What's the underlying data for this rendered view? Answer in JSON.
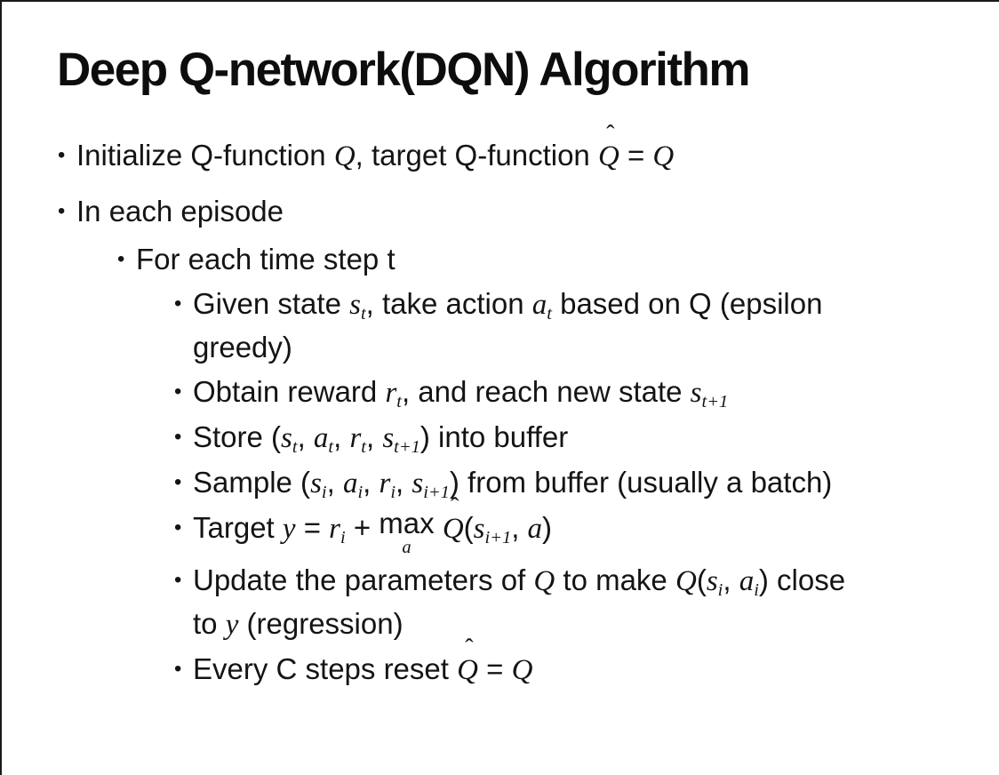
{
  "slide": {
    "title": "Deep Q-network(DQN) Algorithm"
  },
  "colors": {
    "background": "#ffffff",
    "text": "#111111",
    "frame_border": "#1a1a1a"
  },
  "bullets": [
    {
      "level": 1,
      "lines": [
        [
          {
            "k": "t",
            "v": "Initialize Q-function "
          },
          {
            "k": "m",
            "v": "Q"
          },
          {
            "k": "t",
            "v": ", target Q-function "
          },
          {
            "k": "hat",
            "v": "Q"
          },
          {
            "k": "t",
            "v": " = "
          },
          {
            "k": "m",
            "v": "Q"
          }
        ]
      ]
    },
    {
      "level": 1,
      "lines": [
        [
          {
            "k": "t",
            "v": "In each episode"
          }
        ]
      ]
    },
    {
      "level": 2,
      "lines": [
        [
          {
            "k": "t",
            "v": "For each time step t"
          }
        ]
      ]
    },
    {
      "level": 3,
      "lines": [
        [
          {
            "k": "t",
            "v": "Given state "
          },
          {
            "k": "sub",
            "b": "s",
            "s": "t"
          },
          {
            "k": "t",
            "v": ", take action "
          },
          {
            "k": "sub",
            "b": "a",
            "s": "t"
          },
          {
            "k": "t",
            "v": " based on Q (epsilon"
          }
        ],
        [
          {
            "k": "t",
            "v": "greedy)"
          }
        ]
      ]
    },
    {
      "level": 3,
      "lines": [
        [
          {
            "k": "t",
            "v": "Obtain reward "
          },
          {
            "k": "sub",
            "b": "r",
            "s": "t"
          },
          {
            "k": "t",
            "v": ", and reach new state "
          },
          {
            "k": "sub",
            "b": "s",
            "s": "t+1"
          }
        ]
      ]
    },
    {
      "level": 3,
      "lines": [
        [
          {
            "k": "t",
            "v": "Store ("
          },
          {
            "k": "sub",
            "b": "s",
            "s": "t"
          },
          {
            "k": "t",
            "v": ", "
          },
          {
            "k": "sub",
            "b": "a",
            "s": "t"
          },
          {
            "k": "t",
            "v": ", "
          },
          {
            "k": "sub",
            "b": "r",
            "s": "t"
          },
          {
            "k": "t",
            "v": ", "
          },
          {
            "k": "sub",
            "b": "s",
            "s": "t+1"
          },
          {
            "k": "t",
            "v": ") into buffer"
          }
        ]
      ]
    },
    {
      "level": 3,
      "lines": [
        [
          {
            "k": "t",
            "v": "Sample ("
          },
          {
            "k": "sub",
            "b": "s",
            "s": "i"
          },
          {
            "k": "t",
            "v": ", "
          },
          {
            "k": "sub",
            "b": "a",
            "s": "i"
          },
          {
            "k": "t",
            "v": ", "
          },
          {
            "k": "sub",
            "b": "r",
            "s": "i"
          },
          {
            "k": "t",
            "v": ", "
          },
          {
            "k": "sub",
            "b": "s",
            "s": "i+1"
          },
          {
            "k": "t",
            "v": ") from buffer (usually a batch)"
          }
        ]
      ]
    },
    {
      "level": 3,
      "lines": [
        [
          {
            "k": "t",
            "v": "Target "
          },
          {
            "k": "m",
            "v": "y"
          },
          {
            "k": "t",
            "v": " = "
          },
          {
            "k": "sub",
            "b": "r",
            "s": "i"
          },
          {
            "k": "t",
            "v": " + "
          },
          {
            "k": "und",
            "b": "max",
            "u": "a"
          },
          {
            "k": "t",
            "v": " "
          },
          {
            "k": "hat",
            "v": "Q"
          },
          {
            "k": "t",
            "v": "("
          },
          {
            "k": "sub",
            "b": "s",
            "s": "i+1"
          },
          {
            "k": "t",
            "v": ", "
          },
          {
            "k": "m",
            "v": "a"
          },
          {
            "k": "t",
            "v": ")"
          }
        ]
      ]
    },
    {
      "level": 3,
      "lines": [
        [
          {
            "k": "t",
            "v": "Update the parameters of "
          },
          {
            "k": "m",
            "v": "Q"
          },
          {
            "k": "t",
            "v": " to make "
          },
          {
            "k": "m",
            "v": "Q"
          },
          {
            "k": "t",
            "v": "("
          },
          {
            "k": "sub",
            "b": "s",
            "s": "i"
          },
          {
            "k": "t",
            "v": ", "
          },
          {
            "k": "sub",
            "b": "a",
            "s": "i"
          },
          {
            "k": "t",
            "v": ") close"
          }
        ],
        [
          {
            "k": "t",
            "v": "to "
          },
          {
            "k": "m",
            "v": "y"
          },
          {
            "k": "t",
            "v": " (regression)"
          }
        ]
      ]
    },
    {
      "level": 3,
      "lines": [
        [
          {
            "k": "t",
            "v": "Every C steps reset "
          },
          {
            "k": "hat",
            "v": "Q"
          },
          {
            "k": "t",
            "v": " = "
          },
          {
            "k": "m",
            "v": "Q"
          }
        ]
      ]
    }
  ]
}
